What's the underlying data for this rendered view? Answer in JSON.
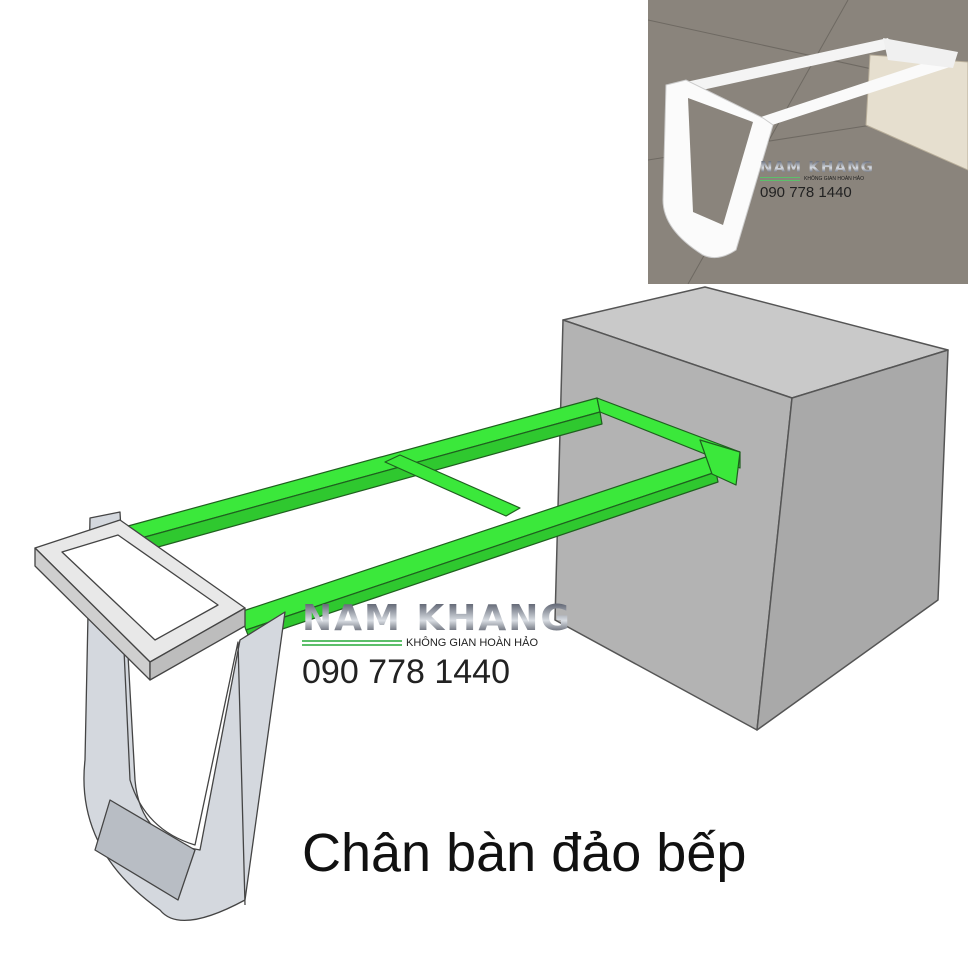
{
  "caption": "Chân bàn đảo bếp",
  "logo": {
    "brand": "NAM KHANG",
    "tagline": "KHÔNG GIAN HOÀN HẢO",
    "phone": "090 778 1440"
  },
  "colors": {
    "frame_green": "#3be83b",
    "box_gray": "#b8b8b8",
    "logo_green": "#5cbf6a"
  }
}
